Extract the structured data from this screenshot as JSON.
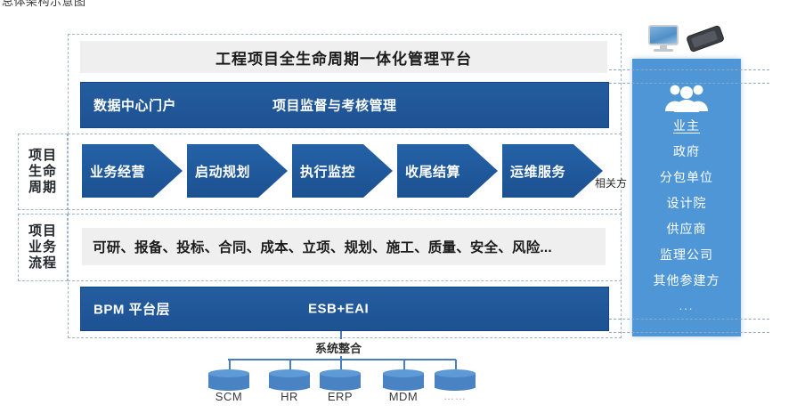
{
  "caption": "总体架构示意图",
  "platform": {
    "title": "工程项目全生命周期一体化管理平台",
    "portal_band": {
      "left_label": "数据中心门户",
      "right_label": "项目监督与考核管理"
    },
    "bpm_band": {
      "left_label": "BPM  平台层",
      "right_label": "ESB+EAI"
    }
  },
  "categories": {
    "lifecycle": "项目生命周期",
    "process": "项目业务流程"
  },
  "lifecycle_stages": [
    "业务经营",
    "启动规划",
    "执行监控",
    "收尾结算",
    "运维服务"
  ],
  "stakeholder_tag": "相关方",
  "business_process": "可研、报备、投标、合同、成本、立项、规划、施工、质量、安全、风险...",
  "stakeholders": {
    "icon": "people-group-icon",
    "items": [
      "业主",
      "政府",
      "分包单位",
      "设计院",
      "供应商",
      "监理公司",
      "其他参建方",
      "..."
    ]
  },
  "devices": [
    "desktop-monitor-icon",
    "smartphone-icon"
  ],
  "integration": {
    "label": "系统整合",
    "systems": [
      "SCM",
      "HR",
      "ERP",
      "MDM",
      "……"
    ]
  },
  "colors": {
    "dark_blue": "#1e5799",
    "light_blue": "#4f96d6",
    "strip_gray": "#efeff0",
    "dashed_border": "#9fb6cf",
    "connector_blue": "#4a7fbf"
  }
}
